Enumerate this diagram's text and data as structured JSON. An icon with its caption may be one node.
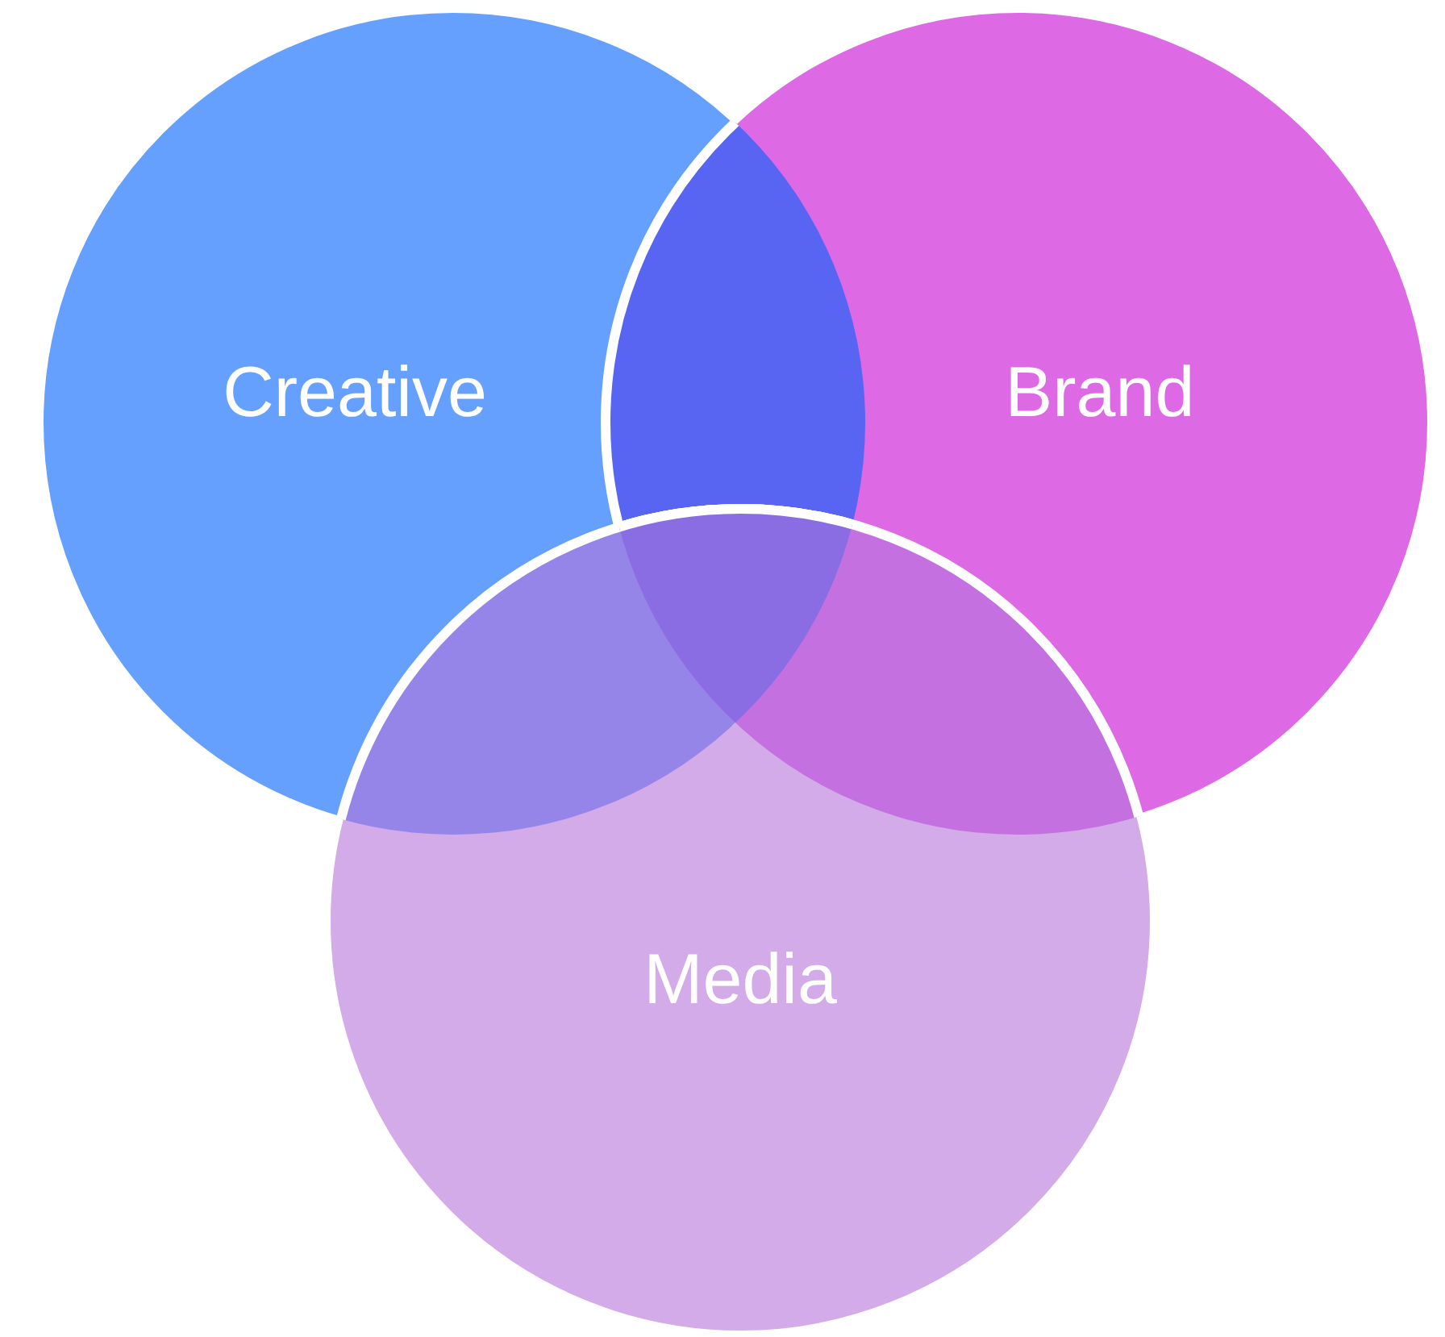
{
  "diagram": {
    "nodes": [
      {
        "text": [
          "Creative"
        ]
      },
      {
        "text": [
          "Brand"
        ]
      },
      {
        "text": [
          "Media"
        ]
      }
    ]
  }
}
